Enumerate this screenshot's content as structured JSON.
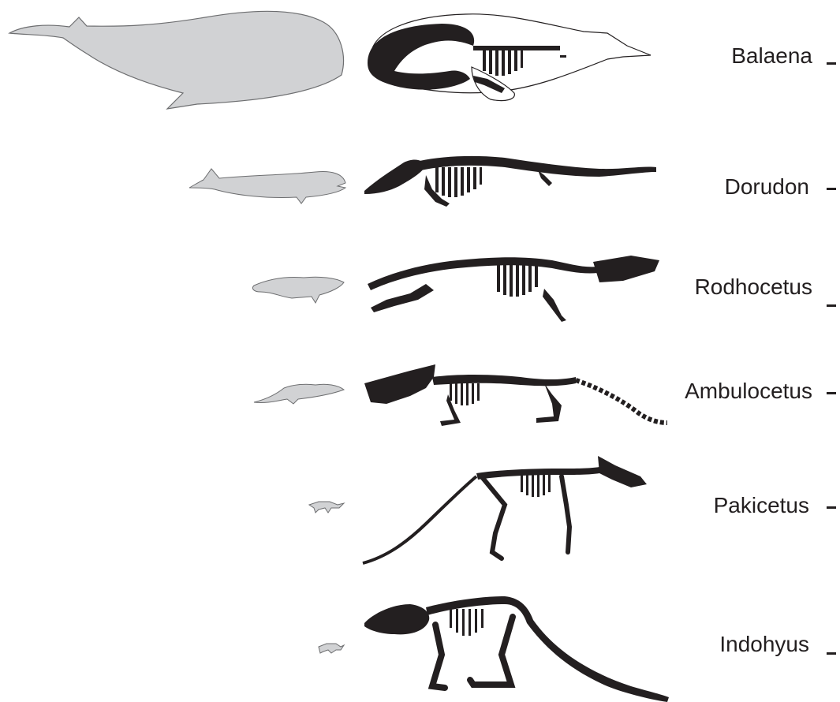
{
  "colors": {
    "silhouette": "#d1d2d4",
    "silhouette_edge": "#7a7a7a",
    "skeleton": "#231f20",
    "label": "#231f20",
    "background": "#ffffff"
  },
  "taxa": [
    {
      "name": "Balaena",
      "relative_size": 1.0
    },
    {
      "name": "Dorudon",
      "relative_size": 0.43
    },
    {
      "name": "Rodhocetus",
      "relative_size": 0.28
    },
    {
      "name": "Ambulocetus",
      "relative_size": 0.26
    },
    {
      "name": "Pakicetus",
      "relative_size": 0.09
    },
    {
      "name": "Indohyus",
      "relative_size": 0.06
    }
  ]
}
